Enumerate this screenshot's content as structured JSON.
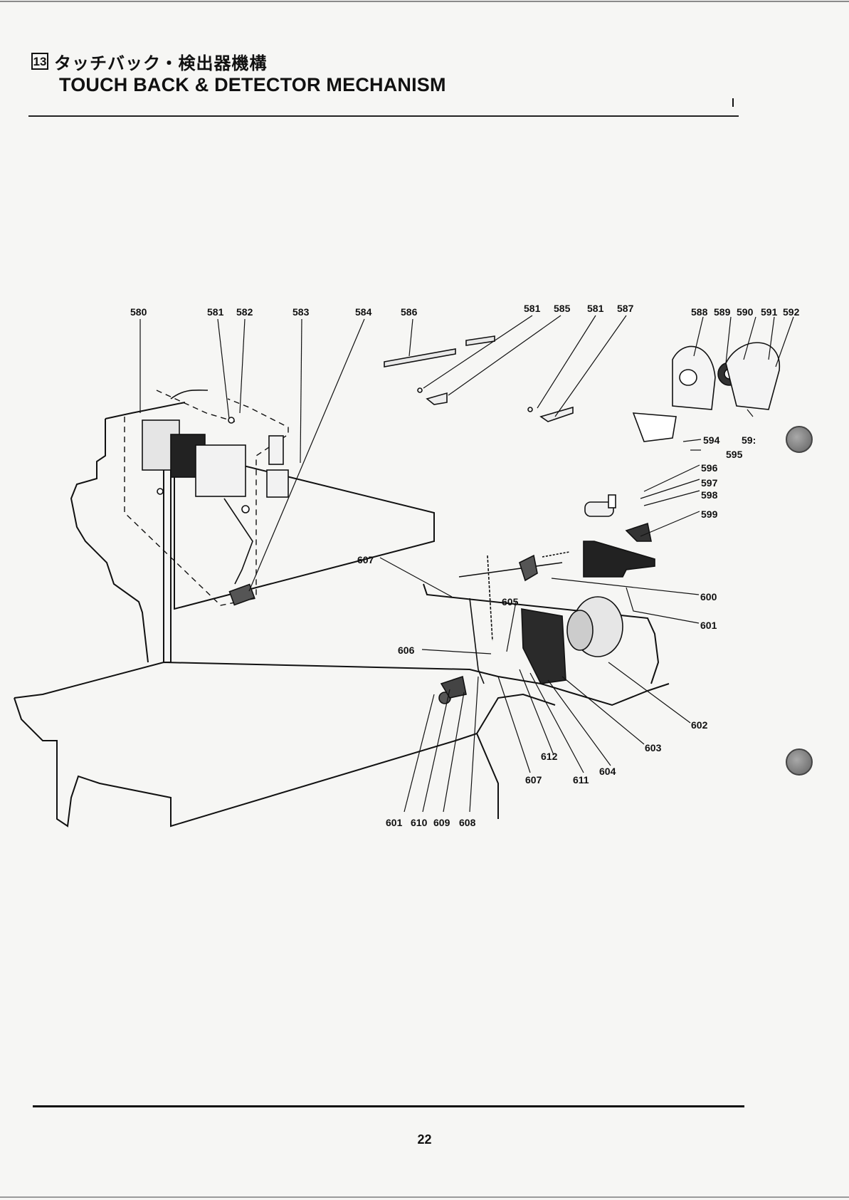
{
  "header": {
    "section_number": "13",
    "title_jp": "タッチバック・検出器機構",
    "title_en": "TOUCH BACK & DETECTOR MECHANISM"
  },
  "page_number": "22",
  "callouts": {
    "c580": "580",
    "c581a": "581",
    "c582": "582",
    "c583": "583",
    "c584": "584",
    "c586": "586",
    "c581b": "581",
    "c585": "585",
    "c581c": "581",
    "c587": "587",
    "c588": "588",
    "c589": "589",
    "c590": "590",
    "c591": "591",
    "c592": "592",
    "c593": "59:",
    "c594": "594",
    "c595": "595",
    "c596": "596",
    "c597": "597",
    "c598": "598",
    "c599": "599",
    "c600": "600",
    "c601": "601",
    "c602": "602",
    "c603": "603",
    "c604": "604",
    "c605": "605",
    "c606": "606",
    "c607a": "607",
    "c607b": "607",
    "c611": "611",
    "c612": "612",
    "c601b": "601",
    "c610": "610",
    "c609": "609",
    "c608": "608"
  }
}
